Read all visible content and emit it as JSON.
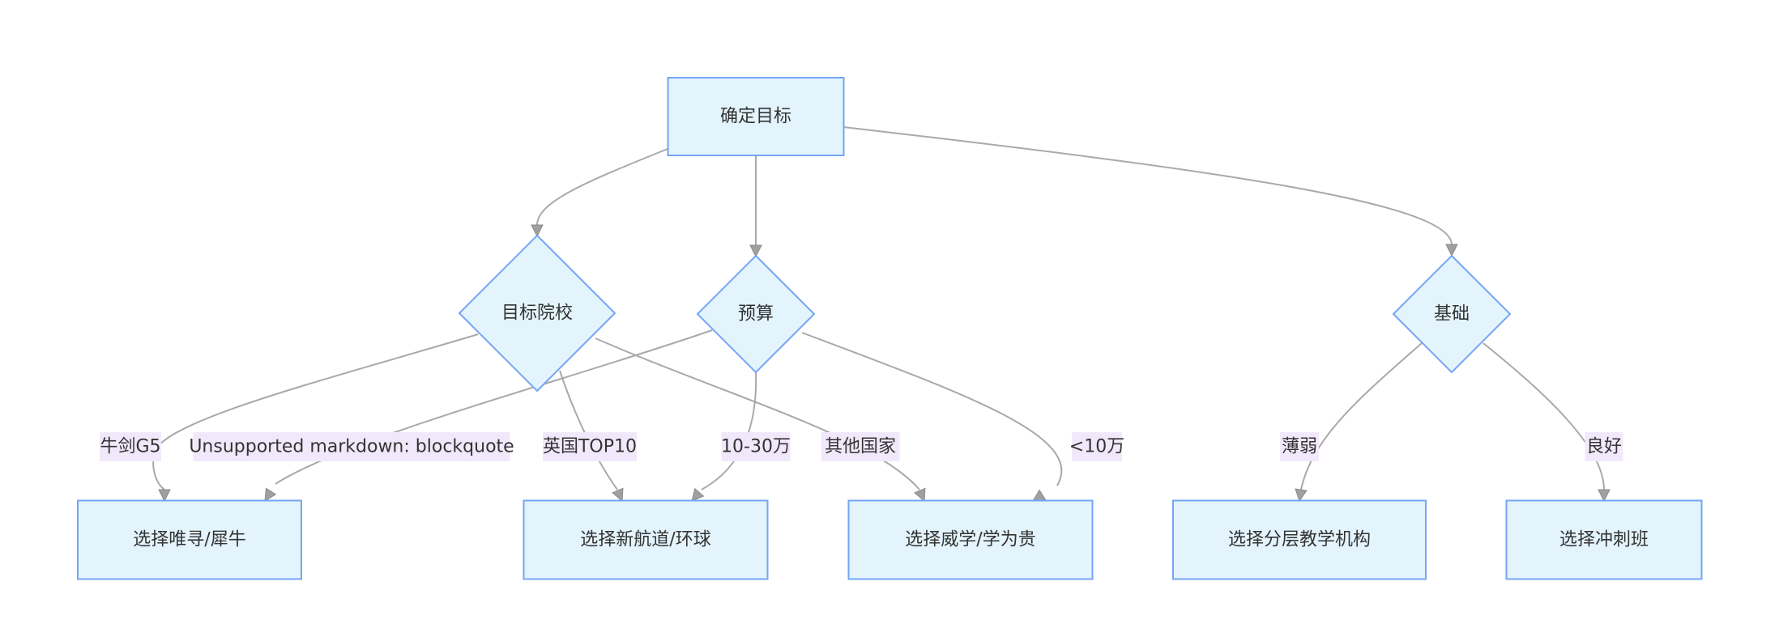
{
  "diagram": {
    "type": "flowchart",
    "colors": {
      "node_fill": "#e3f4fd",
      "node_stroke": "#75a5f5",
      "edge": "#a9a9a9",
      "label_bg": "#f1e9fb",
      "text": "#333333"
    },
    "nodes": [
      {
        "id": "goal",
        "label": "确定目标",
        "shape": "rect"
      },
      {
        "id": "school",
        "label": "目标院校",
        "shape": "diamond"
      },
      {
        "id": "budget",
        "label": "预算",
        "shape": "diamond"
      },
      {
        "id": "basis",
        "label": "基础",
        "shape": "diamond"
      },
      {
        "id": "weixun",
        "label": "选择唯寻/犀牛",
        "shape": "rect"
      },
      {
        "id": "xhd",
        "label": "选择新航道/环球",
        "shape": "rect"
      },
      {
        "id": "wx",
        "label": "选择威学/学为贵",
        "shape": "rect"
      },
      {
        "id": "layer",
        "label": "选择分层教学机构",
        "shape": "rect"
      },
      {
        "id": "sprint",
        "label": "选择冲刺班",
        "shape": "rect"
      }
    ],
    "edges": [
      {
        "from": "goal",
        "to": "school",
        "label": ""
      },
      {
        "from": "goal",
        "to": "budget",
        "label": ""
      },
      {
        "from": "goal",
        "to": "basis",
        "label": ""
      },
      {
        "from": "school",
        "to": "weixun",
        "label": "牛剑G5"
      },
      {
        "from": "budget",
        "to": "weixun",
        "label": "Unsupported markdown: blockquote"
      },
      {
        "from": "school",
        "to": "xhd",
        "label": "英国TOP10"
      },
      {
        "from": "budget",
        "to": "xhd",
        "label": "10-30万"
      },
      {
        "from": "school",
        "to": "wx",
        "label": "其他国家"
      },
      {
        "from": "budget",
        "to": "wx",
        "label": "<10万"
      },
      {
        "from": "basis",
        "to": "layer",
        "label": "薄弱"
      },
      {
        "from": "basis",
        "to": "sprint",
        "label": "良好"
      }
    ]
  }
}
